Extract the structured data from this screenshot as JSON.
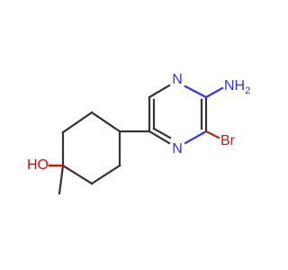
{
  "molecule": {
    "atoms": {
      "n_top": "N",
      "n_bottom": "N",
      "amine": "NH",
      "amine_h": "2",
      "bromine": "Br",
      "hydroxyl": "HO"
    },
    "colors": {
      "carbon": "#333333",
      "nitrogen": "#3333e6",
      "oxygen": "#e60000",
      "bromine": "#b22222"
    }
  }
}
